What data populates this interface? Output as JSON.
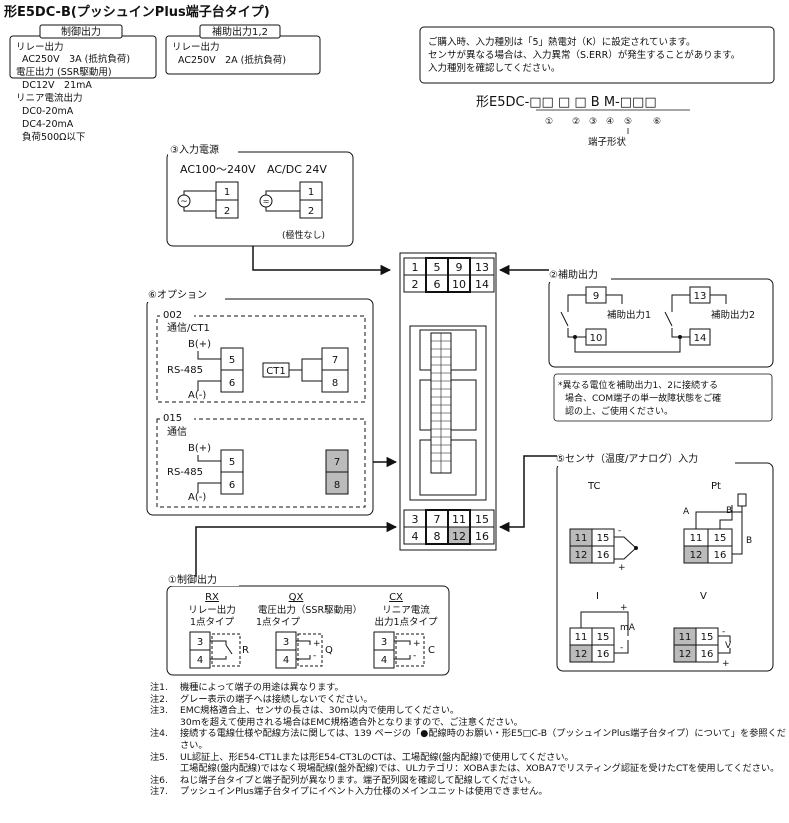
{
  "title": "形E5DC-B(プッシュインPlus端子台タイプ)",
  "control_output_box": {
    "header": "制御出力",
    "lines": [
      "リレー出力",
      "AC250V　3A (抵抗負荷)",
      "電圧出力 (SSR駆動用)",
      "DC12V　21mA",
      "リニア電流出力",
      "DC0-20mA",
      "DC4-20mA",
      "負荷500Ω以下"
    ]
  },
  "aux_output_box": {
    "header": "補助出力1,2",
    "lines": [
      "リレー出力",
      "AC250V　2A (抵抗負荷)"
    ]
  },
  "notice": {
    "lines": [
      "ご購入時、入力種別は「5」熱電対（K）に設定されています。",
      "センサが異なる場合は、入力異常（S.ERR）が発生することがあります。",
      "入力種別を確認してください。"
    ]
  },
  "model_code": {
    "text": "形E5DC-□□ □ □ B M-□□□",
    "markers": [
      "①",
      "②",
      "③",
      "④",
      "⑤",
      "⑥"
    ],
    "terminal_label": "端子形状"
  },
  "power": {
    "title": "③入力電源",
    "ac_label": "AC100～240V",
    "dc_label": "AC/DC 24V",
    "terminals": [
      "1",
      "2"
    ],
    "no_polarity": "(極性なし)"
  },
  "terminal_block": {
    "top_row1": [
      "1",
      "5",
      "9",
      "13"
    ],
    "top_row2": [
      "2",
      "6",
      "10",
      "14"
    ],
    "bottom_row1": [
      "3",
      "7",
      "11",
      "15"
    ],
    "bottom_row2": [
      "4",
      "8",
      "12",
      "16"
    ]
  },
  "aux": {
    "title": "②補助出力",
    "t9": "9",
    "t10": "10",
    "t13": "13",
    "t14": "14",
    "label1": "補助出力1",
    "label2": "補助出力2",
    "note_lines": [
      "*異なる電位を補助出力1、2に接続する",
      "場合、COM端子の単一故障状態をご確",
      "認の上、ご使用ください。"
    ]
  },
  "option": {
    "title": "⑥オプション",
    "opt002": {
      "code": "002",
      "name": "通信/CT1",
      "b": "B(+)",
      "rs": "RS-485",
      "a": "A(-)",
      "t5": "5",
      "t6": "6",
      "ct": "CT1",
      "t7": "7",
      "t8": "8"
    },
    "opt015": {
      "code": "015",
      "name": "通信",
      "b": "B(+)",
      "rs": "RS-485",
      "a": "A(-)",
      "t5": "5",
      "t6": "6",
      "t7": "7",
      "t8": "8"
    }
  },
  "sensor": {
    "title": "⑤センサ（温度/アナログ）入力",
    "tc": "TC",
    "pt": "Pt",
    "i": "I",
    "v": "V",
    "a": "A",
    "b": "B",
    "ma": "mA",
    "plus": "+",
    "minus": "-",
    "t11": "11",
    "t12": "12",
    "t15": "15",
    "t16": "16"
  },
  "control": {
    "title": "①制御出力",
    "rx": {
      "code": "RX",
      "line1": "リレー出力",
      "line2": "1点タイプ",
      "mark": "R"
    },
    "qx": {
      "code": "QX",
      "line1": "電圧出力（SSR駆動用）",
      "line2": "1点タイプ",
      "mark": "Q"
    },
    "cx": {
      "code": "CX",
      "line1": "リニア電流",
      "line2": "出力1点タイプ",
      "mark": "C"
    },
    "t3": "3",
    "t4": "4",
    "plus": "+",
    "minus": "-"
  },
  "notes": [
    {
      "id": "注1.",
      "text": "機種によって端子の用途は異なります。"
    },
    {
      "id": "注2.",
      "text": "グレー表示の端子へは接続しないでください。"
    },
    {
      "id": "注3.",
      "text": "EMC規格適合上、センサの長さは、30m以内で使用してください。\n30mを超えて使用される場合はEMC規格適合外となりますので、ご注意ください。"
    },
    {
      "id": "注4.",
      "text": "接続する電線仕様や配線方法に関しては、139 ページの「●配線時のお願い・形E5□C-B（プッシュインPlus端子台タイプ）について」を参照ください。"
    },
    {
      "id": "注5.",
      "text": "UL認証上、形E54-CT1Lまたは形E54-CT3LのCTは、工場配線(盤内配線)で使用してください。\n工場配線(盤内配線)ではなく現場配線(盤外配線)では、ULカテゴリ：XOBAまたは、XOBA7でリスティング認証を受けたCTを使用してください。"
    },
    {
      "id": "注6.",
      "text": "ねじ端子台タイプと端子配列が異なります。端子配列図を確認して配線してください。"
    },
    {
      "id": "注7.",
      "text": "プッシュインPlus端子台タイプにイベント入力仕様のメインユニットは使用できません。"
    }
  ]
}
